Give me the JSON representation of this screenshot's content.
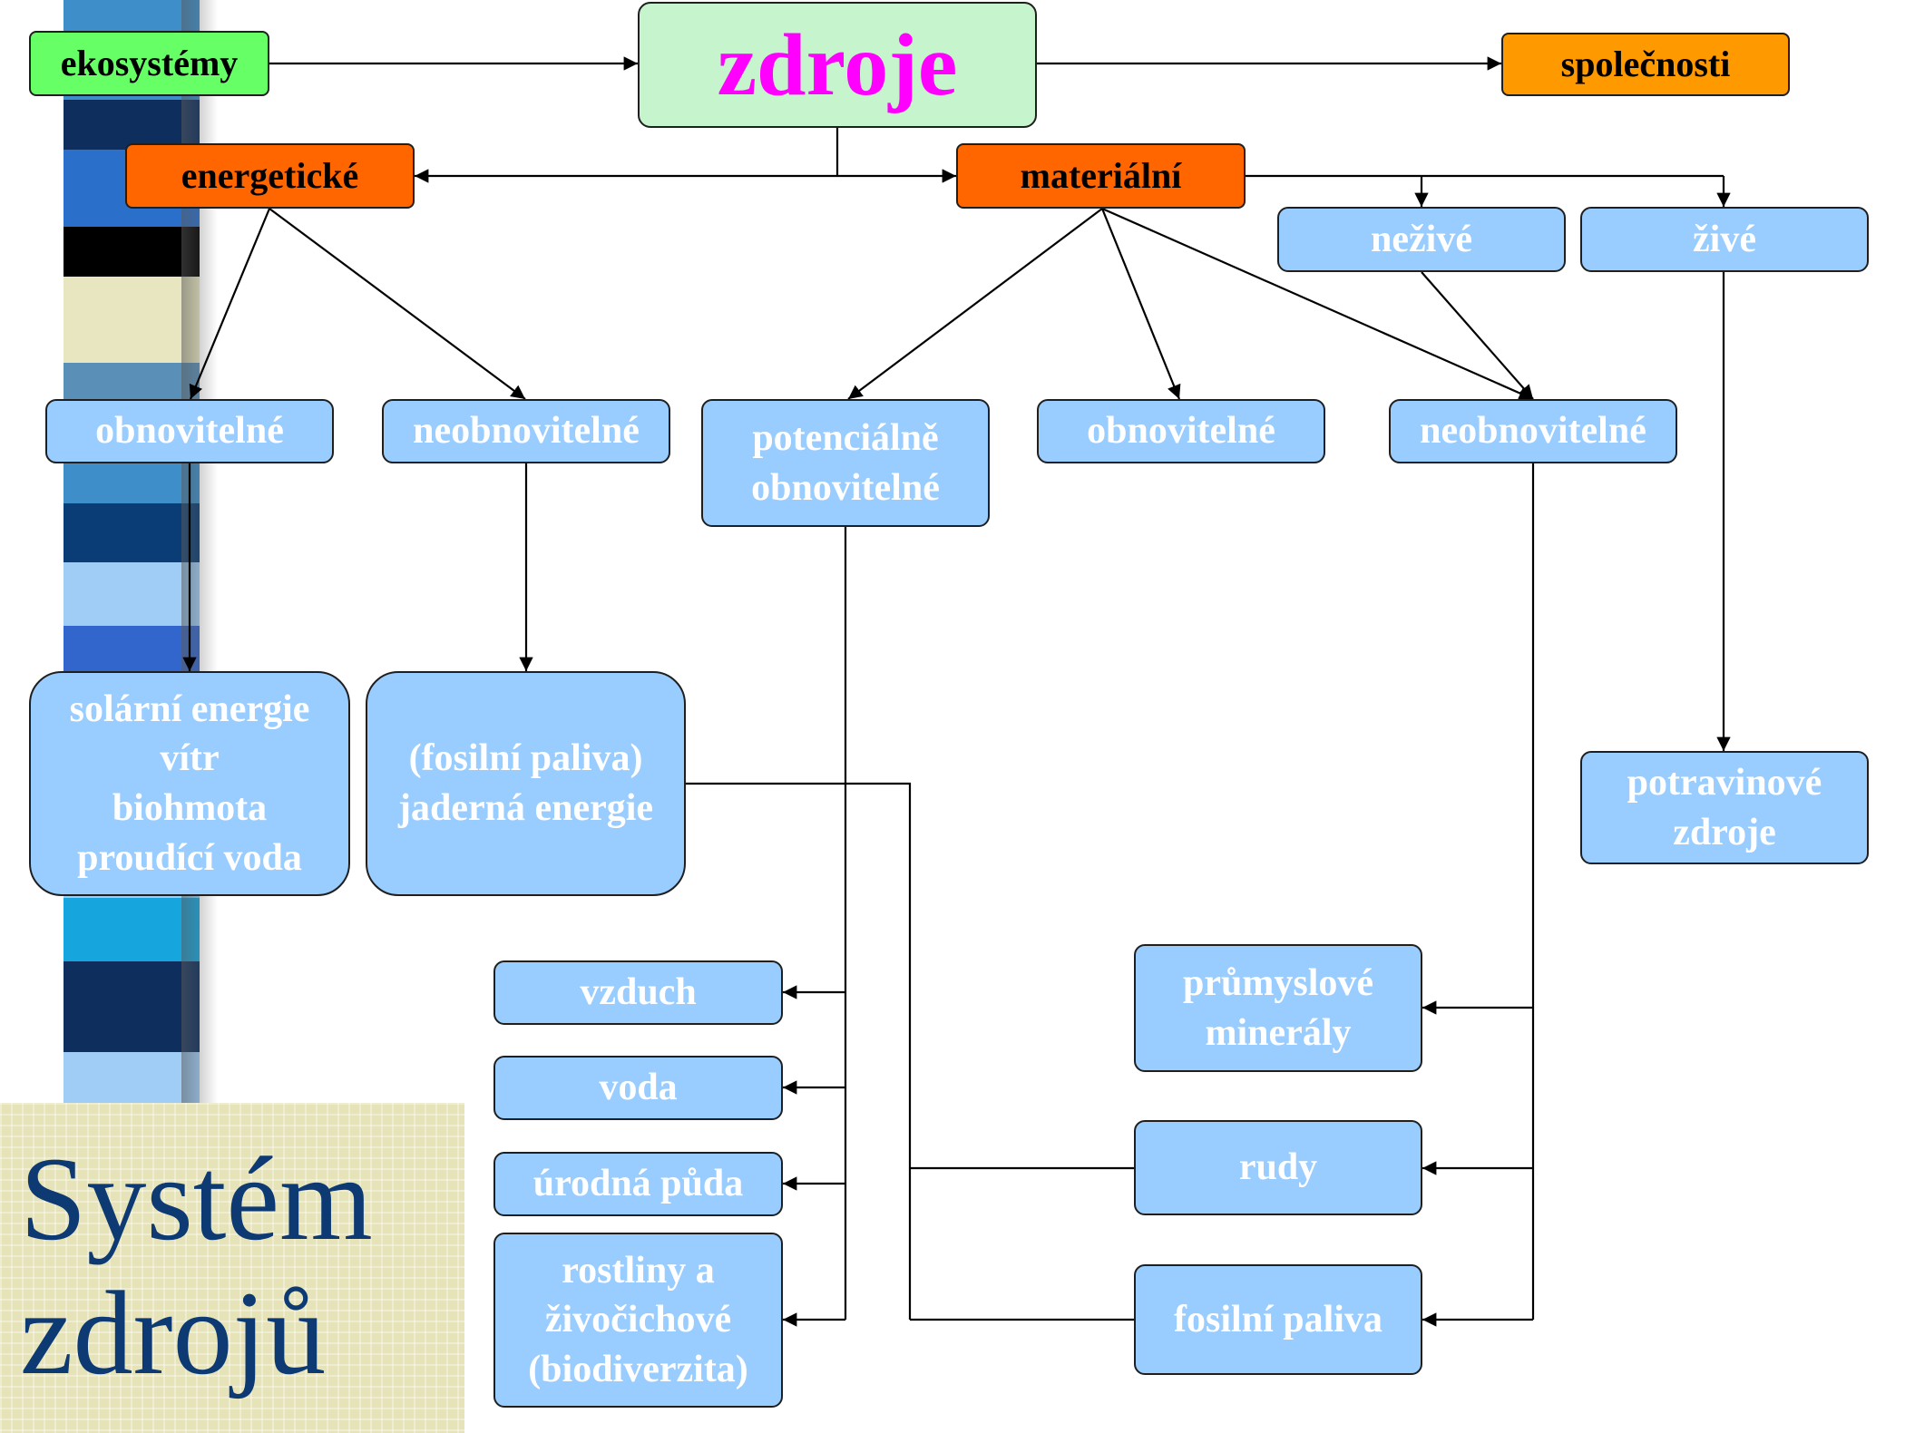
{
  "slide_title": "Systém\nzdrojů",
  "colors": {
    "root_fill": "#c6f5cd",
    "root_text": "#ff00ff",
    "ecosystems_fill": "#66ff66",
    "societies_fill": "#ff9900",
    "category_fill": "#ff6600",
    "node_fill": "#99ccff",
    "node_text": "#ffffff",
    "title_text": "#0e3a74",
    "stripes": [
      "#3d8ec9",
      "#2a6fc9",
      "#0e2f5e",
      "#000000",
      "#e8e6c0",
      "#5a8fb8",
      "#16a5dd",
      "#0a3d75",
      "#9fcdf5",
      "#3366cc",
      "#173a6e",
      "#c9d9ee"
    ]
  },
  "nodes": {
    "root": "zdroje",
    "ecosystems": "ekosystémy",
    "societies": "společnosti",
    "energetic": "energetické",
    "material": "materiální",
    "nonliving": "neživé",
    "living": "živé",
    "energy_renewable": "obnovitelné",
    "energy_nonrenewable": "neobnovitelné",
    "mat_potentially_renewable": "potenciálně\nobnovitelné",
    "mat_renewable": "obnovitelné",
    "mat_nonrenewable": "neobnovitelné",
    "energy_renewable_examples": "solární energie\nvítr\nbiohmota\nproudící voda",
    "energy_nonrenewable_examples": "(fosilní paliva)\njaderná energie",
    "food_resources": "potravinové\nzdroje",
    "air": "vzduch",
    "water": "voda",
    "fertile_soil": "úrodná půda",
    "plants_animals": "rostliny a\nživočichové\n(biodiverzita)",
    "industrial_minerals": "průmyslové\nminerály",
    "ores": "rudy",
    "fossil_fuels": "fosilní paliva"
  }
}
